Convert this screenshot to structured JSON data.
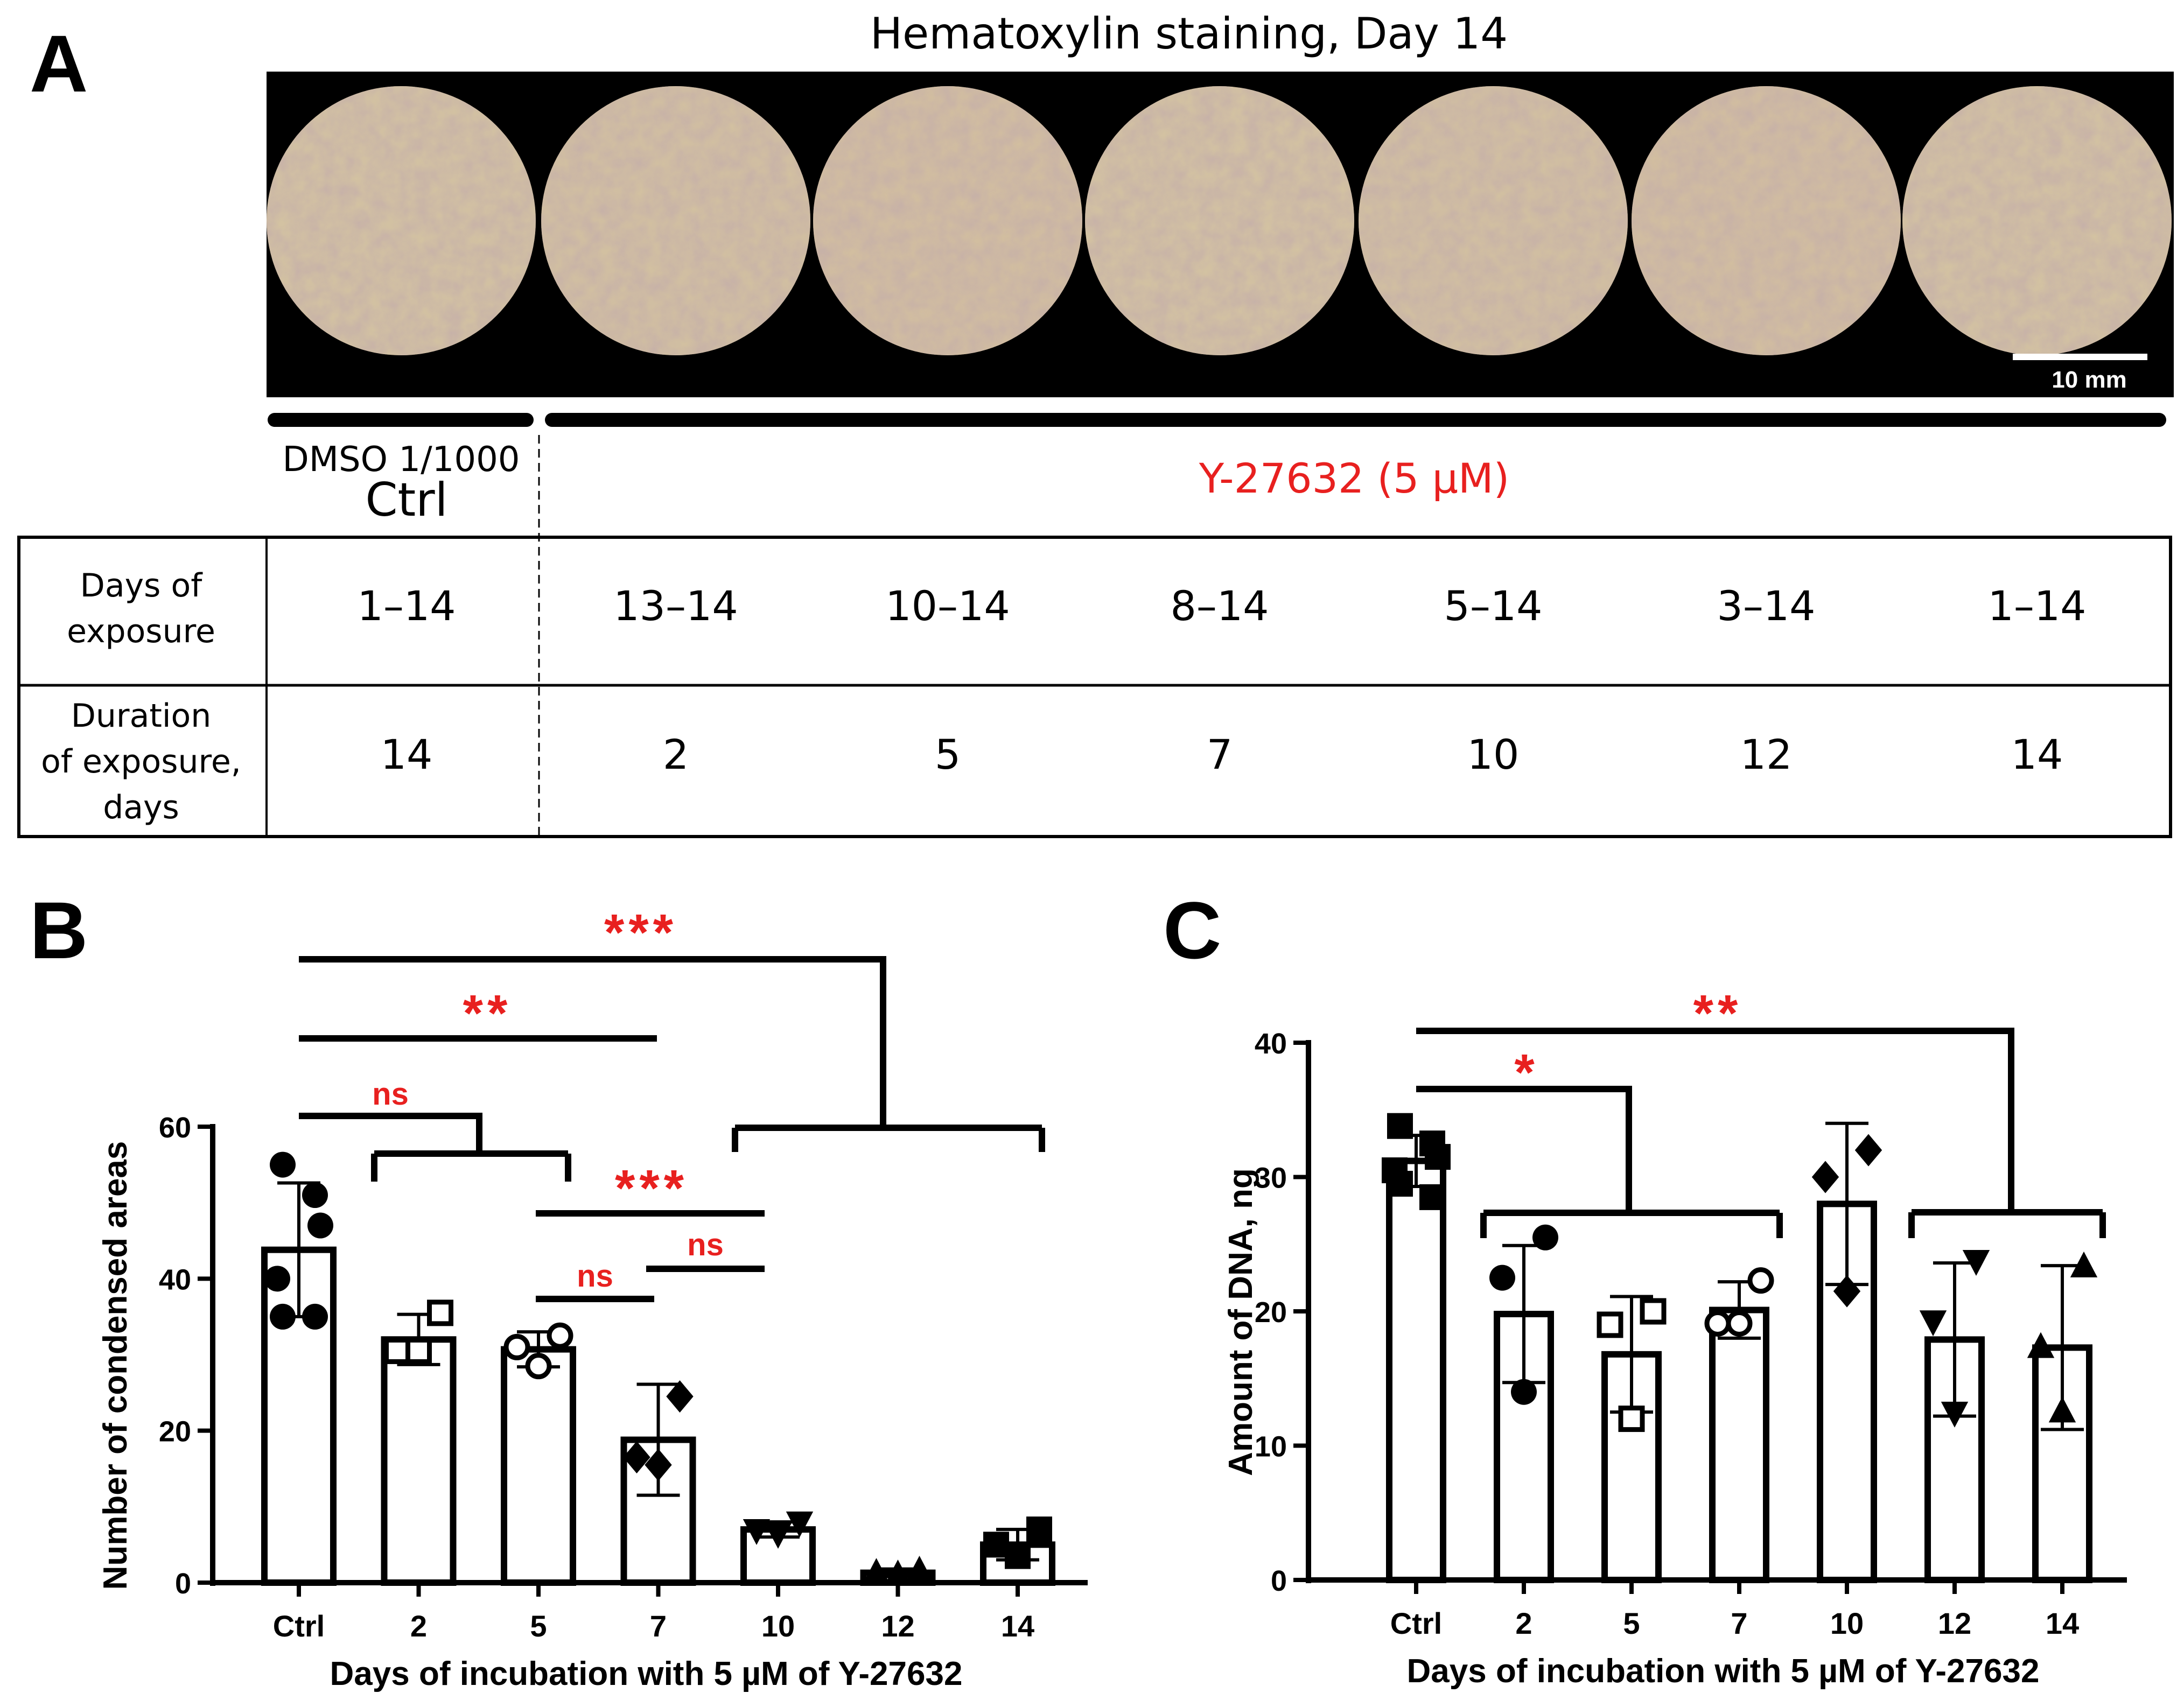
{
  "panel_a": {
    "letter": "A",
    "title": "Hematoxylin staining, Day 14",
    "scale_bar_label": "10 mm",
    "ctrl_treatment": "DMSO 1/1000",
    "ctrl_label": "Ctrl",
    "drug_label": "Y-27632 (5 µM)",
    "colors": {
      "drug": "#e8201f",
      "well_base": "#d9cfa6",
      "well_tint": "#c9a99a"
    },
    "table": {
      "rows": [
        {
          "header": [
            "Days of",
            "exposure"
          ],
          "cells": [
            "1–14",
            "13–14",
            "10–14",
            "8–14",
            "5–14",
            "3–14",
            "1–14"
          ]
        },
        {
          "header": [
            "Duration",
            "of exposure,",
            "days"
          ],
          "cells": [
            "14",
            "2",
            "5",
            "7",
            "10",
            "12",
            "14"
          ]
        }
      ]
    }
  },
  "chart_data": [
    {
      "panel": "B",
      "type": "bar",
      "title": "",
      "xlabel": "Days of incubation with 5 µM of Y-27632",
      "ylabel": "Number of condensed areas",
      "ylim": [
        0,
        60
      ],
      "yticks": [
        0,
        20,
        40,
        60
      ],
      "grid": false,
      "categories": [
        "Ctrl",
        "2",
        "5",
        "7",
        "10",
        "12",
        "14"
      ],
      "values": [
        43.8,
        32.0,
        30.7,
        18.8,
        7.0,
        1.3,
        5.0
      ],
      "sd": [
        8.8,
        3.3,
        2.3,
        7.3,
        1.0,
        0.5,
        2.0
      ],
      "markers": [
        "circle",
        "square-open",
        "circle-open",
        "diamond",
        "triangle-down",
        "triangle",
        "square"
      ],
      "points": [
        [
          55,
          51,
          47,
          40,
          35,
          35
        ],
        [
          35.5,
          30.5,
          30.5
        ],
        [
          32.5,
          31,
          28.5
        ],
        [
          24.5,
          16.5,
          15.5
        ],
        [
          8,
          7,
          6.5
        ],
        [
          1.5,
          1.2,
          1
        ],
        [
          7,
          5,
          3.5
        ]
      ],
      "significance": [
        "***",
        "**",
        "ns",
        "***",
        "ns",
        "ns"
      ],
      "significance_color": "#e8201f"
    },
    {
      "panel": "C",
      "type": "bar",
      "title": "",
      "xlabel": "Days of incubation with 5 µM of Y-27632",
      "ylabel": "Amount of DNA, ng",
      "ylim": [
        0,
        40
      ],
      "yticks": [
        0,
        10,
        20,
        30,
        40
      ],
      "grid": false,
      "categories": [
        "Ctrl",
        "2",
        "5",
        "7",
        "10",
        "12",
        "14"
      ],
      "values": [
        31.2,
        19.8,
        16.8,
        20.1,
        28.0,
        17.9,
        17.3
      ],
      "sd": [
        1.9,
        5.1,
        4.3,
        2.1,
        6.0,
        5.7,
        6.1
      ],
      "markers": [
        "square",
        "circle",
        "square-open",
        "circle-open",
        "diamond",
        "triangle-down",
        "triangle"
      ],
      "points": [
        [
          33.8,
          32.5,
          31.5,
          30.5,
          29.5,
          28.5
        ],
        [
          25.5,
          22.5,
          14
        ],
        [
          20,
          19,
          12
        ],
        [
          22.3,
          19.1,
          19.1
        ],
        [
          32,
          30,
          21.5
        ],
        [
          23.8,
          19.3,
          12.5
        ],
        [
          23.3,
          17.3,
          12.5
        ]
      ],
      "significance": [
        "**",
        "*"
      ],
      "significance_color": "#e8201f"
    }
  ],
  "panel_b": {
    "letter": "B"
  },
  "panel_c": {
    "letter": "C"
  }
}
